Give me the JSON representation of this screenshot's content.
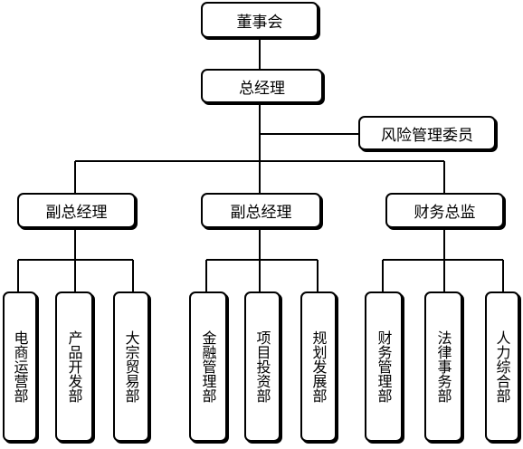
{
  "chart": {
    "board": "董事会",
    "gm": "总经理",
    "risk": "风险管理委员",
    "deputies": [
      "副总经理",
      "副总经理",
      "财务总监"
    ],
    "departments": [
      "电商运营部",
      "产品开发部",
      "大宗贸易部",
      "金融管理部",
      "项目投资部",
      "规划发展部",
      "财务管理部",
      "法律事务部",
      "人力综合部"
    ]
  }
}
